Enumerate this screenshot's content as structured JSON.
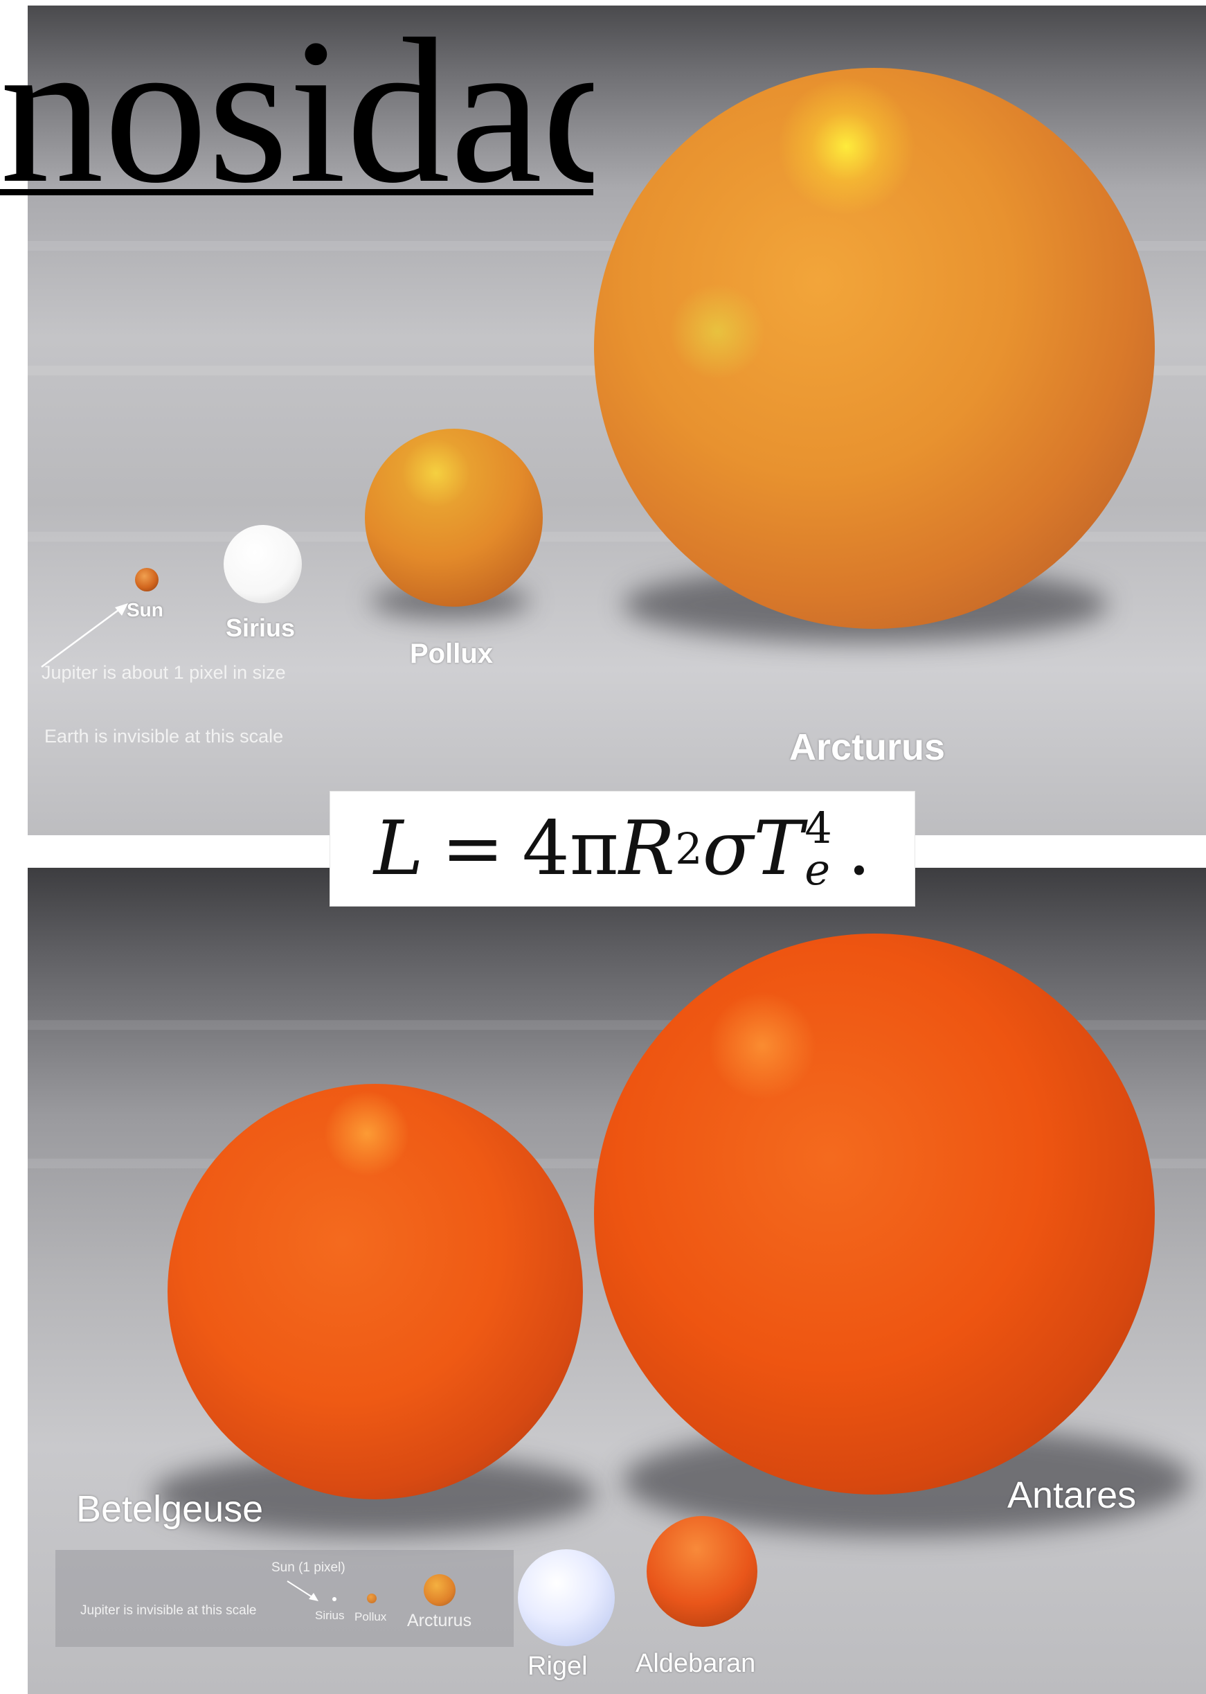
{
  "title": "nosidad",
  "formula": {
    "lhs": "L",
    "equals": "=",
    "coefficient": "4π",
    "radius": "R",
    "radius_exp": "2",
    "sigma": "σ",
    "temperature": "T",
    "temp_sub": "e",
    "temp_exp": "4",
    "end": "."
  },
  "top_panel": {
    "labels": {
      "sun": "Sun",
      "sirius": "Sirius",
      "pollux": "Pollux",
      "arcturus": "Arcturus"
    },
    "notes": {
      "jupiter": "Jupiter is about 1 pixel in size",
      "earth": "Earth is invisible at this scale"
    }
  },
  "bottom_panel": {
    "labels": {
      "betelgeuse": "Betelgeuse",
      "antares": "Antares",
      "rigel": "Rigel",
      "aldebaran": "Aldebaran"
    },
    "inset": {
      "sun": "Sun (1 pixel)",
      "jupiter": "Jupiter is invisible at this scale",
      "sirius": "Sirius",
      "pollux": "Pollux",
      "arcturus": "Arcturus"
    }
  },
  "colors": {
    "sun": "#d2661e",
    "sirius": "#ffffff",
    "pollux": "#e38a2a",
    "arcturus": "#e8922f",
    "betelgeuse": "#ef5a14",
    "antares": "#ee5511",
    "rigel": "#dde4ff",
    "aldebaran": "#e9561a"
  }
}
